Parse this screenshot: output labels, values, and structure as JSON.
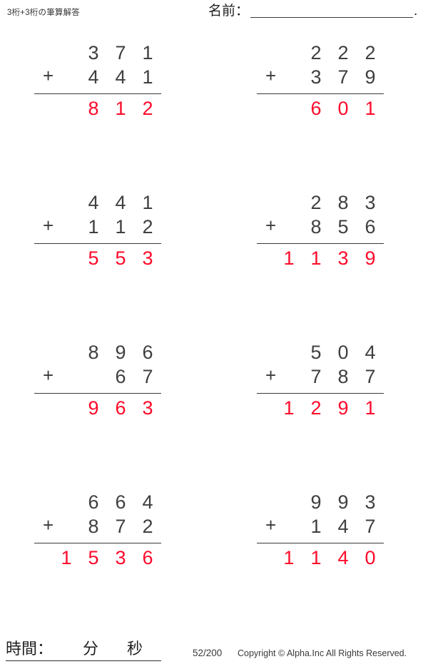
{
  "header": {
    "sheet_title": "3桁+3桁の筆算解答",
    "name_label": "名前：",
    "name_value": "",
    "name_trailing_dot": "."
  },
  "worksheet": {
    "operator": "+",
    "answer_color": "#ff0a2a",
    "ink_color": "#3f3f3f",
    "problems": [
      {
        "index": 1,
        "position": "row1-left",
        "addend1": "371",
        "addend2": "441",
        "sum": "812",
        "addend1_cells": [
          "",
          "3",
          "7",
          "1"
        ],
        "addend2_cells": [
          "",
          "4",
          "4",
          "1"
        ],
        "sum_cells": [
          "",
          "8",
          "1",
          "2"
        ]
      },
      {
        "index": 2,
        "position": "row1-right",
        "addend1": "222",
        "addend2": "379",
        "sum": "601",
        "addend1_cells": [
          "",
          "2",
          "2",
          "2"
        ],
        "addend2_cells": [
          "",
          "3",
          "7",
          "9"
        ],
        "sum_cells": [
          "",
          "6",
          "0",
          "1"
        ]
      },
      {
        "index": 3,
        "position": "row2-left",
        "addend1": "441",
        "addend2": "112",
        "sum": "553",
        "addend1_cells": [
          "",
          "4",
          "4",
          "1"
        ],
        "addend2_cells": [
          "",
          "1",
          "1",
          "2"
        ],
        "sum_cells": [
          "",
          "5",
          "5",
          "3"
        ]
      },
      {
        "index": 4,
        "position": "row2-right",
        "addend1": "283",
        "addend2": "856",
        "sum": "1139",
        "addend1_cells": [
          "",
          "2",
          "8",
          "3"
        ],
        "addend2_cells": [
          "",
          "8",
          "5",
          "6"
        ],
        "sum_cells": [
          "1",
          "1",
          "3",
          "9"
        ]
      },
      {
        "index": 5,
        "position": "row3-left",
        "addend1": "896",
        "addend2": "67",
        "sum": "963",
        "addend1_cells": [
          "",
          "8",
          "9",
          "6"
        ],
        "addend2_cells": [
          "",
          "",
          "6",
          "7"
        ],
        "sum_cells": [
          "",
          "9",
          "6",
          "3"
        ]
      },
      {
        "index": 6,
        "position": "row3-right",
        "addend1": "504",
        "addend2": "787",
        "sum": "1291",
        "addend1_cells": [
          "",
          "5",
          "0",
          "4"
        ],
        "addend2_cells": [
          "",
          "7",
          "8",
          "7"
        ],
        "sum_cells": [
          "1",
          "2",
          "9",
          "1"
        ]
      },
      {
        "index": 7,
        "position": "row4-left",
        "addend1": "664",
        "addend2": "872",
        "sum": "1536",
        "addend1_cells": [
          "",
          "6",
          "6",
          "4"
        ],
        "addend2_cells": [
          "",
          "8",
          "7",
          "2"
        ],
        "sum_cells": [
          "1",
          "5",
          "3",
          "6"
        ]
      },
      {
        "index": 8,
        "position": "row4-right",
        "addend1": "993",
        "addend2": "147",
        "sum": "1140",
        "addend1_cells": [
          "",
          "9",
          "9",
          "3"
        ],
        "addend2_cells": [
          "",
          "1",
          "4",
          "7"
        ],
        "sum_cells": [
          "1",
          "1",
          "4",
          "0"
        ]
      }
    ]
  },
  "footer": {
    "time_label": "時間：",
    "minutes_unit": "分",
    "seconds_unit": "秒",
    "page_number": "52/200",
    "copyright": "Copyright © Alpha.Inc All Rights Reserved."
  }
}
